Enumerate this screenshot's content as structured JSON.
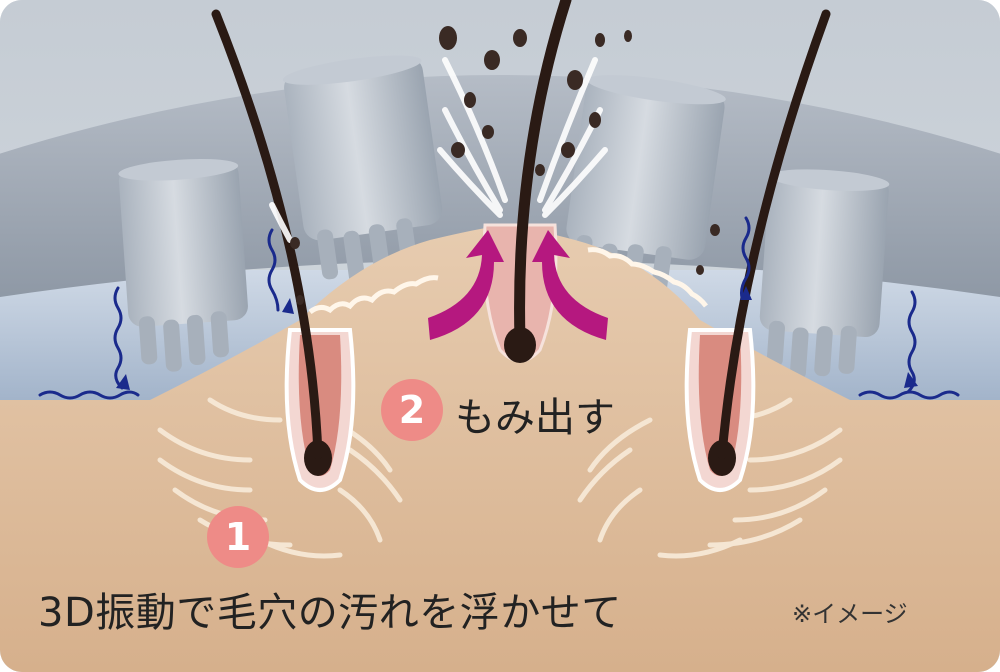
{
  "steps": [
    {
      "number": "1",
      "label": ""
    },
    {
      "number": "2",
      "label": "もみ出す"
    }
  ],
  "caption": "3D振動で毛穴の汚れを浮かせて",
  "note": "※イメージ",
  "colors": {
    "skin": "#e2c3a4",
    "device": "#9ea8b4",
    "badge": "#ee8b87",
    "arrow_magenta": "#b5187f",
    "vibration_navy": "#1a2a8c",
    "hair": "#2a1a14"
  },
  "icons": [
    "vibration-wave-icon",
    "push-arrow-icon",
    "dirt-particle-icon"
  ]
}
